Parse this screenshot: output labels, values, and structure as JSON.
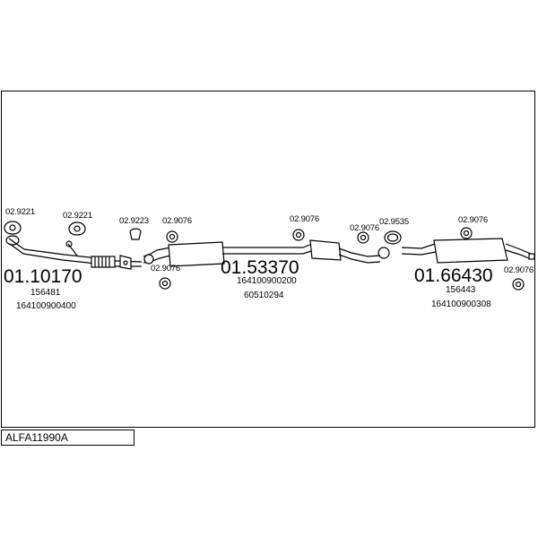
{
  "diagram_id": "ALFA11990A",
  "components": [
    {
      "code": "01.10170",
      "refs": [
        "156481",
        "164100900400"
      ]
    },
    {
      "code": "01.53370",
      "refs": [
        "164100900200",
        "60510294"
      ]
    },
    {
      "code": "01.66430",
      "refs": [
        "156443",
        "164100900308"
      ]
    }
  ],
  "parts": {
    "gasket_a": "02.9221",
    "gasket_b": "02.9221",
    "clamp_a": "02.9223",
    "mount_1": "02.9076",
    "mount_2": "02.9076",
    "mount_3": "02.9076",
    "mount_4": "02.9076",
    "mount_5": "02.9076",
    "mount_6": "02.9076",
    "ring_a": "02.9535"
  }
}
